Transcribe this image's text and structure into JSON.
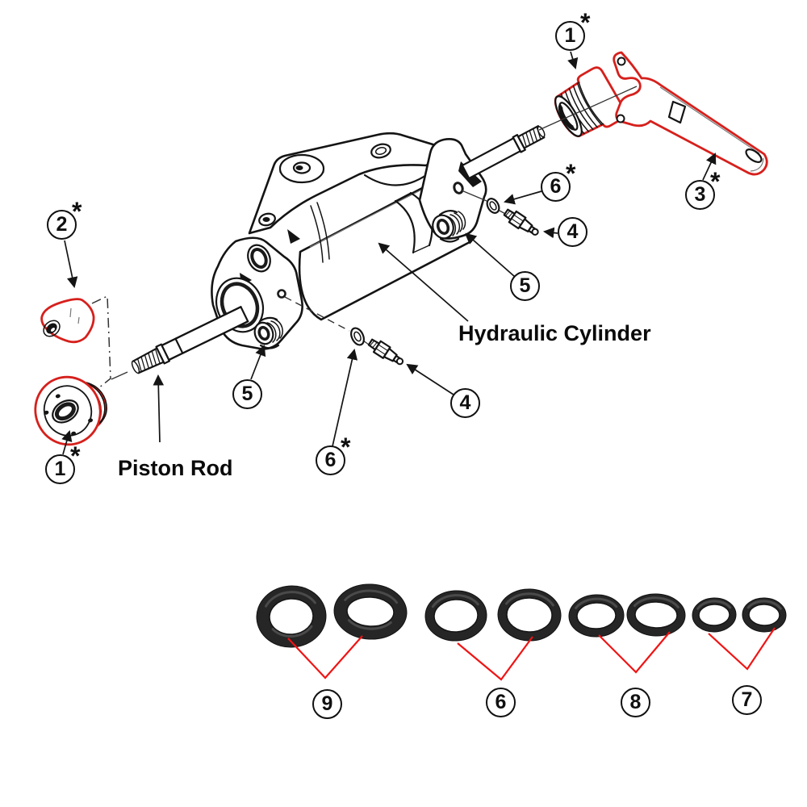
{
  "diagram": {
    "labels": {
      "piston_rod": "Piston Rod",
      "hydraulic_cylinder": "Hydraulic Cylinder"
    },
    "callouts": {
      "cap_top": {
        "number": "1",
        "suffix": "*"
      },
      "seal_sleeve": {
        "number": "2",
        "suffix": "*"
      },
      "wrench": {
        "number": "3",
        "suffix": "*"
      },
      "bleeder_top": {
        "number": "4",
        "suffix": ""
      },
      "port_top": {
        "number": "5",
        "suffix": ""
      },
      "washer_top": {
        "number": "6",
        "suffix": "*"
      },
      "port_bottom": {
        "number": "5",
        "suffix": ""
      },
      "washer_bottom": {
        "number": "6",
        "suffix": "*"
      },
      "bleeder_bottom": {
        "number": "4",
        "suffix": ""
      },
      "cap_bottom": {
        "number": "1",
        "suffix": "*"
      },
      "oring_pair_9": {
        "number": "9",
        "suffix": ""
      },
      "oring_pair_6": {
        "number": "6",
        "suffix": ""
      },
      "oring_pair_8": {
        "number": "8",
        "suffix": ""
      },
      "oring_pair_7": {
        "number": "7",
        "suffix": ""
      }
    },
    "colors": {
      "highlight_red": "#d6201c",
      "callout_red_line": "#f01414",
      "line_black": "#141414",
      "oring_body": "#262626",
      "oring_highlight": "#5a5a5a"
    }
  }
}
